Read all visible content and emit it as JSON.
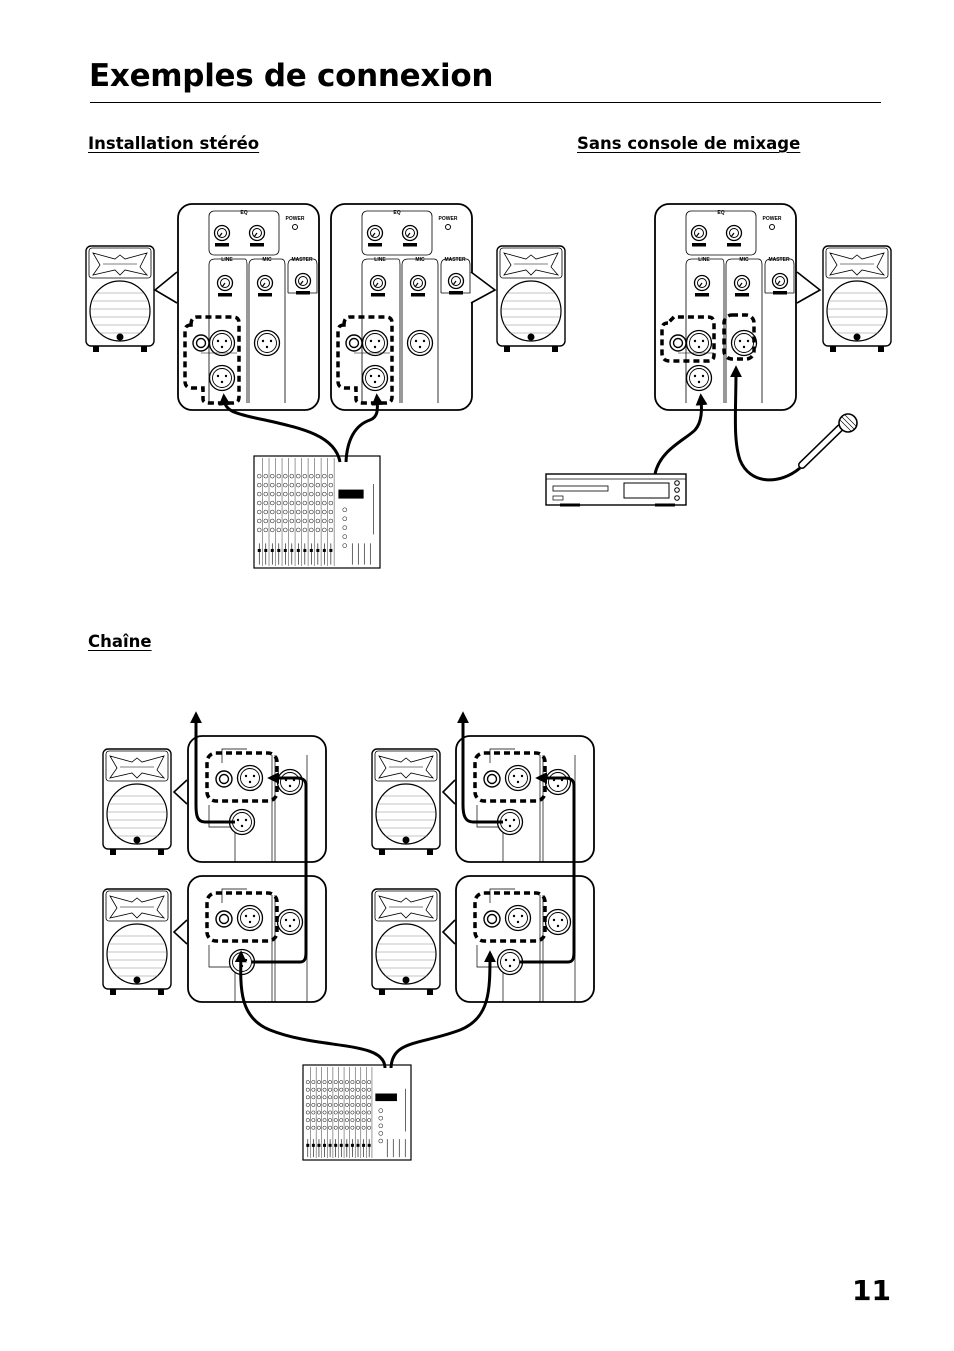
{
  "page": {
    "title": "Exemples de connexion",
    "page_number": "11"
  },
  "sections": {
    "stereo": "Installation stéréo",
    "no_mixer": "Sans console de mixage",
    "chain": "Chaîne"
  },
  "panel_labels": {
    "eq": "EQ",
    "power": "POWER",
    "line": "LINE",
    "mic": "MIC",
    "master": "MASTER"
  },
  "icons": [
    "speaker-icon",
    "rear-panel-icon",
    "mixer-icon",
    "cd-player-icon",
    "microphone-icon",
    "cable-arrow-icon"
  ]
}
